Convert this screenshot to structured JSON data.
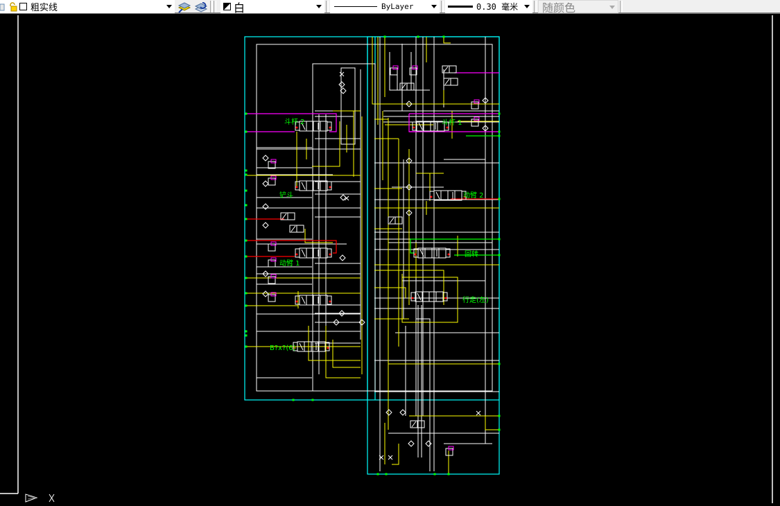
{
  "toolbar": {
    "layer": {
      "name": "粗实线",
      "icons": [
        "lightbulb-icon",
        "lock-icon",
        "color-square-icon"
      ]
    },
    "layer_buttons": [
      "make-object-layer-current-icon",
      "layer-previous-icon"
    ],
    "color": {
      "value": "白",
      "icon": "color-swatch-icon"
    },
    "linetype": {
      "value": "ByLayer"
    },
    "lineweight": {
      "value": "0.30 毫米"
    },
    "plotstyle": {
      "value": "随颜色",
      "disabled": true
    }
  },
  "drawing": {
    "labels": [
      "斗杆 2",
      "斗杆 1",
      "铲斗",
      "动臂 2",
      "动臂 1",
      "回转",
      "行走(左)",
      "B?x?(6)"
    ],
    "colors": {
      "background": "#000000",
      "frame": "#00ffff",
      "line": "#ffffff",
      "pilot": "#ffff00",
      "pilot_magenta": "#ff00ff",
      "label": "#00ff00",
      "red": "#ff0000",
      "green": "#00ff00"
    }
  },
  "ucs": {
    "x_label": "X"
  }
}
